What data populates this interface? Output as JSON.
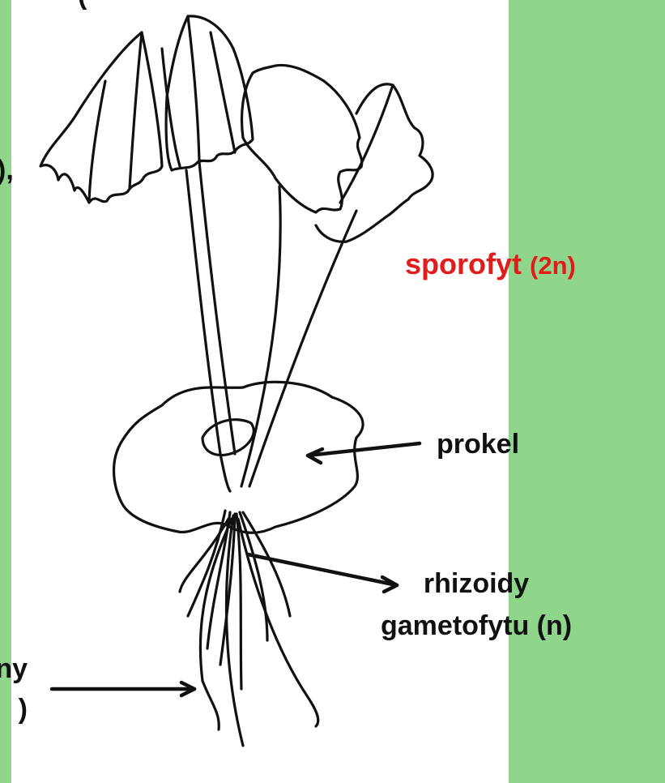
{
  "labels": {
    "top_cut": "(",
    "left_cut": "),",
    "sporofyt": "sporofyt",
    "sporofyt_ploidy": "(2n)",
    "prokel": "prokel",
    "rhizoidy_line1": "rhizoidy",
    "rhizoidy_line2": "gametofytu (n)",
    "roots_line1": "ny",
    "roots_line2": ")"
  },
  "colors": {
    "background": "#8fd68c",
    "panel": "#ffffff",
    "ink": "#111111",
    "sporofyt": "#e21b1b"
  }
}
